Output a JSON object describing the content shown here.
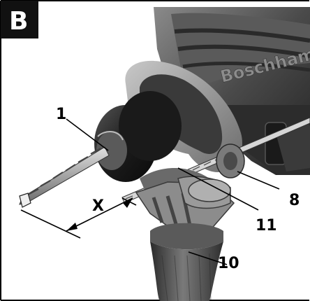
{
  "figure_badge": "B",
  "callouts": {
    "drill_bit": "1",
    "depth_stop_rod": "11",
    "clamping_screw": "8",
    "auxiliary_handle": "10",
    "depth_dimension": "X"
  },
  "brand_lettering": "Boschhammer",
  "colors": {
    "badge_bg": "#111111",
    "housing_dark": "#3a3a3a",
    "housing_mid": "#6e6e6e",
    "housing_light": "#a8a8a8",
    "metal": "#9a9a9a"
  }
}
